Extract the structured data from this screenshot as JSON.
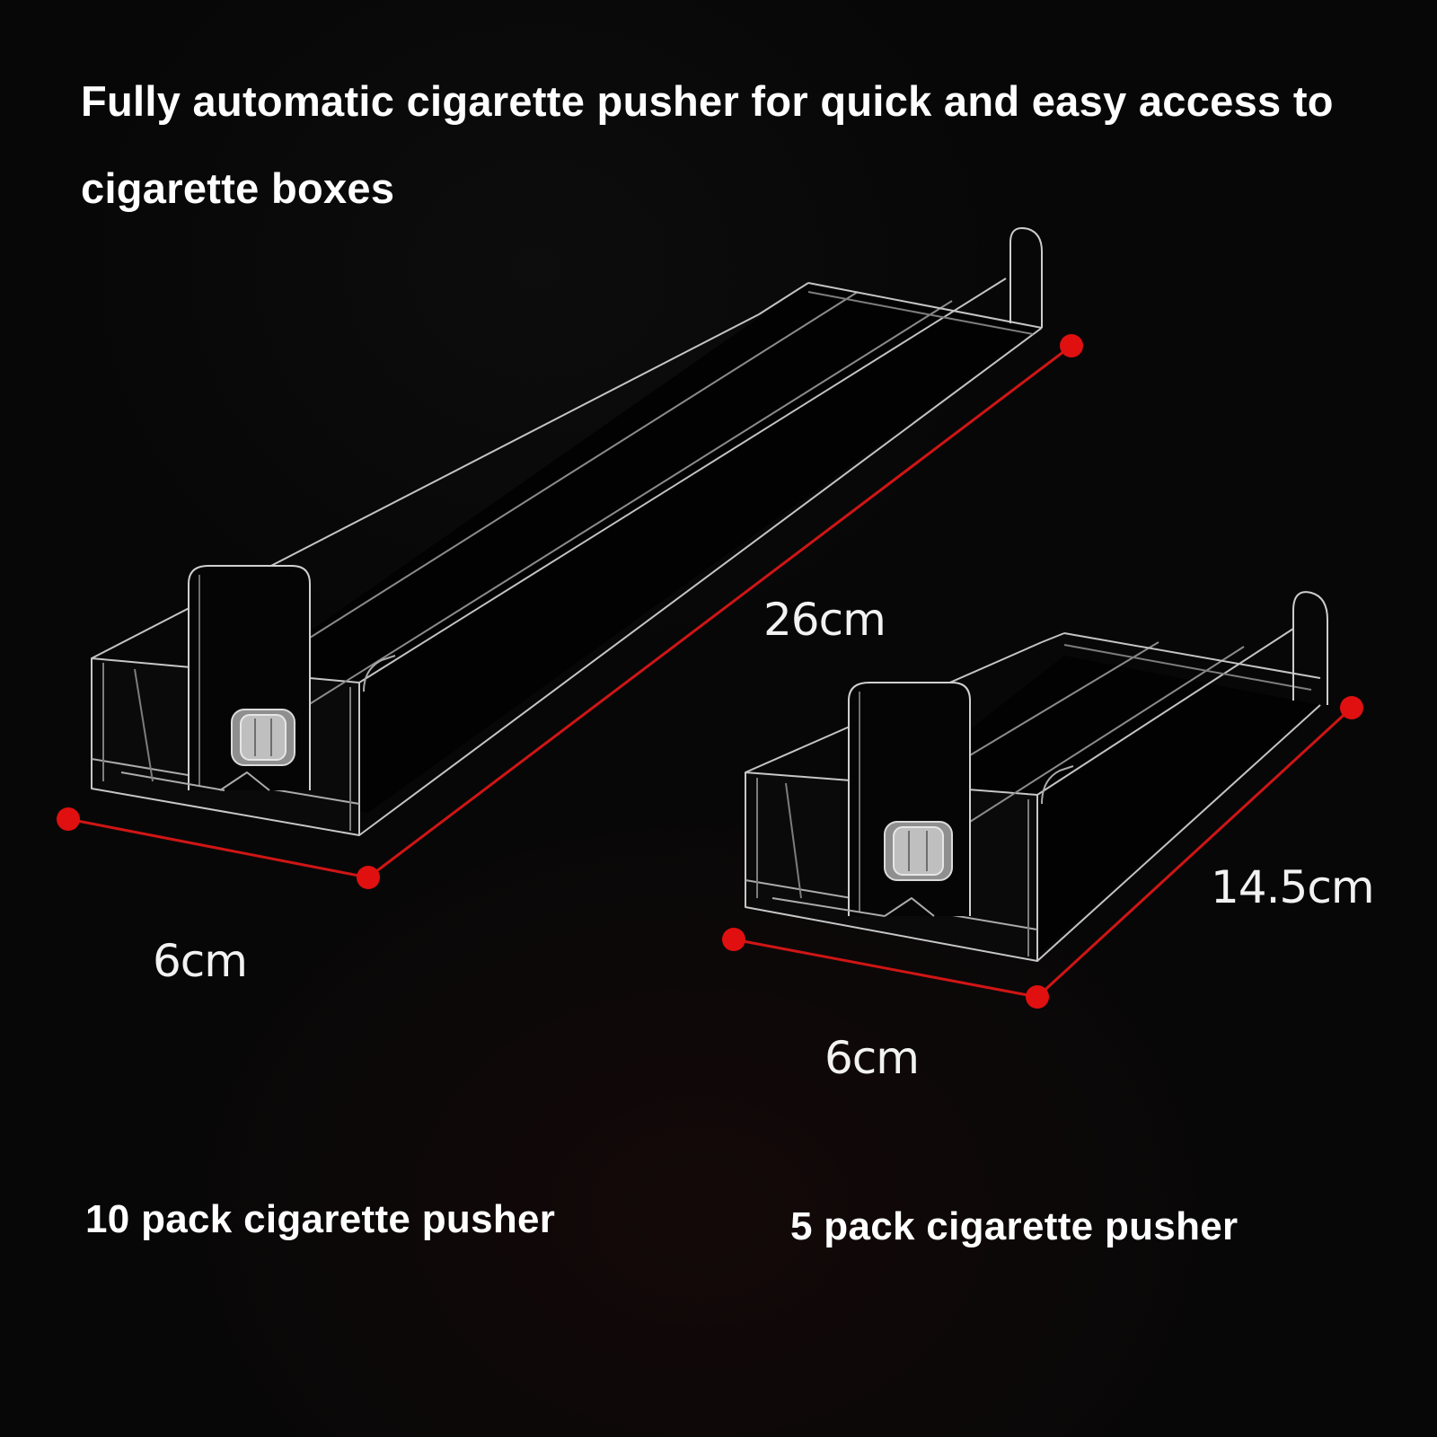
{
  "headline": "Fully automatic cigarette pusher for quick and easy access to cigarette boxes",
  "large_pusher": {
    "caption": "10 pack cigarette pusher",
    "length_label": "26cm",
    "width_label": "6cm"
  },
  "small_pusher": {
    "caption": "5 pack cigarette pusher",
    "length_label": "14.5cm",
    "width_label": "6cm"
  },
  "colors": {
    "background": "#070707",
    "text": "#ffffff",
    "measure_line": "#d01515",
    "measure_dot": "#e01010",
    "acrylic_edge": "#d9d9d9"
  },
  "icons": {
    "measure_endpoint": "red-dot"
  }
}
